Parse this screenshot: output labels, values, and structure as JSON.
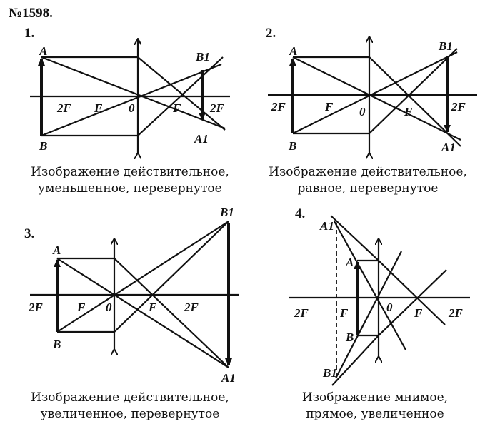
{
  "problem_number": "№1598.",
  "diagrams": [
    {
      "index": "1.",
      "ticks": [
        "2F",
        "F",
        "0",
        "F",
        "2F"
      ],
      "object": [
        "A",
        "B"
      ],
      "image": [
        "B1",
        "A1"
      ],
      "caption": [
        "Изображение действительное,",
        "уменьшенное, перевернутое"
      ]
    },
    {
      "index": "2.",
      "ticks": [
        "2F",
        "F",
        "0",
        "F",
        "2F"
      ],
      "object": [
        "A",
        "B"
      ],
      "image": [
        "B1",
        "A1"
      ],
      "caption": [
        "Изображение действительное,",
        "равное, перевернутое"
      ]
    },
    {
      "index": "3.",
      "ticks": [
        "2F",
        "F",
        "0",
        "F",
        "2F"
      ],
      "object": [
        "A",
        "B"
      ],
      "image": [
        "B1",
        "A1"
      ],
      "caption": [
        "Изображение действительное,",
        "увеличенное, перевернутое"
      ]
    },
    {
      "index": "4.",
      "ticks": [
        "2F",
        "F",
        "0",
        "F",
        "2F"
      ],
      "object": [
        "A",
        "B"
      ],
      "image": [
        "A1",
        "B1"
      ],
      "caption": [
        "Изображение мнимое,",
        "прямое, увеличенное"
      ]
    }
  ]
}
